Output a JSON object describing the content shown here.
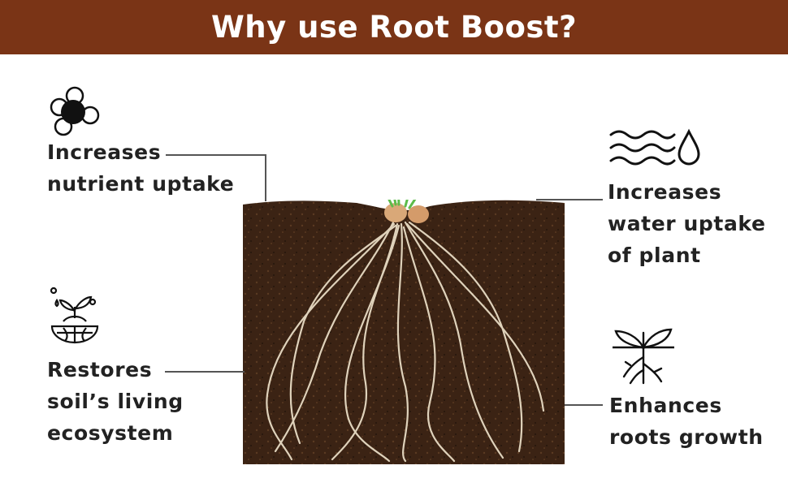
{
  "title": "Why use Root Boost?",
  "features": [
    {
      "lines": [
        "Increases",
        "nutrient uptake"
      ],
      "icon": "nutrient-molecules-icon"
    },
    {
      "lines": [
        "Increases",
        "water uptake",
        "of plant"
      ],
      "icon": "water-waves-drop-icon"
    },
    {
      "lines": [
        "Restores",
        "soil’s living",
        "ecosystem"
      ],
      "icon": "seedling-globe-icon"
    },
    {
      "lines": [
        "Enhances",
        "roots growth"
      ],
      "icon": "sprout-roots-icon"
    }
  ],
  "illustration": "soil-cross-section-with-roots",
  "colors": {
    "banner": "#7a3416",
    "soil": "#3b2314",
    "sprout": "#5dbb4a",
    "roots": "#e8dcc4",
    "text": "#222222"
  }
}
